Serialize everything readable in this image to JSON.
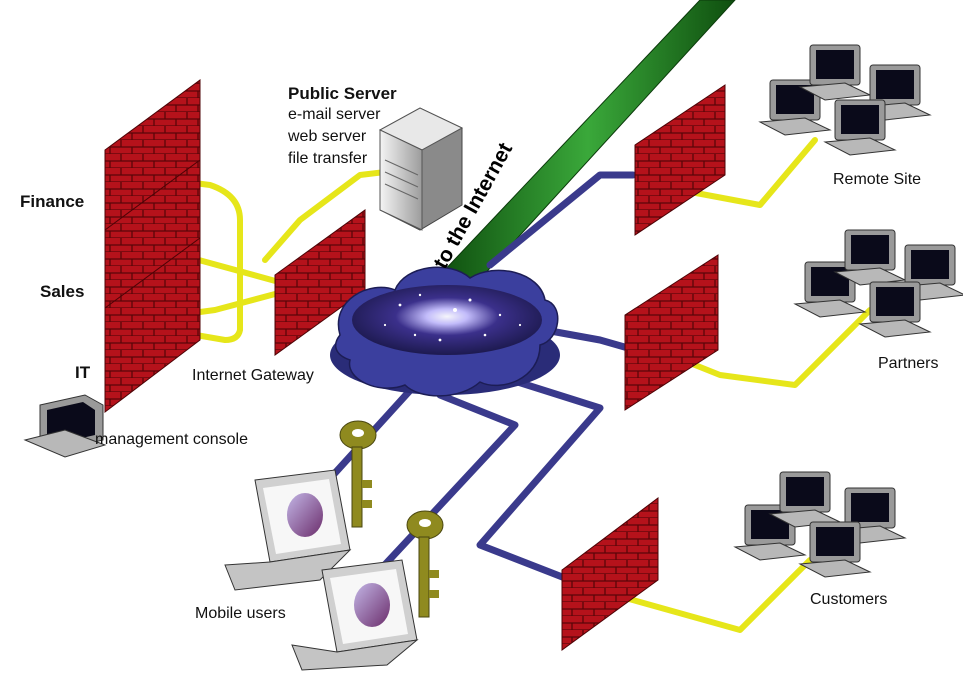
{
  "labels": {
    "finance": "Finance",
    "sales": "Sales",
    "it": "IT",
    "management_console": "management console",
    "internet_gateway": "Internet Gateway",
    "public_server": "Public Server",
    "email_server": "e-mail server",
    "web_server": "web server",
    "file_transfer": "file transfer",
    "to_the_internet": "to the Internet",
    "remote_site": "Remote Site",
    "partners": "Partners",
    "mobile_users": "Mobile users",
    "customers": "Customers"
  },
  "colors": {
    "firewall_brick": "#b5121b",
    "pipe_yellow": "#e6e61a",
    "pipe_blue": "#3a3a8c",
    "internet_pipe": "#1f7a1f",
    "cloud": "#3b3f9e",
    "key": "#8f8a1f"
  },
  "icons": {
    "firewall": "brick-wall-icon",
    "desktop": "desktop-computer-icon",
    "laptop": "laptop-icon",
    "server": "server-tower-icon",
    "key": "key-icon",
    "cloud": "network-cloud-icon"
  }
}
